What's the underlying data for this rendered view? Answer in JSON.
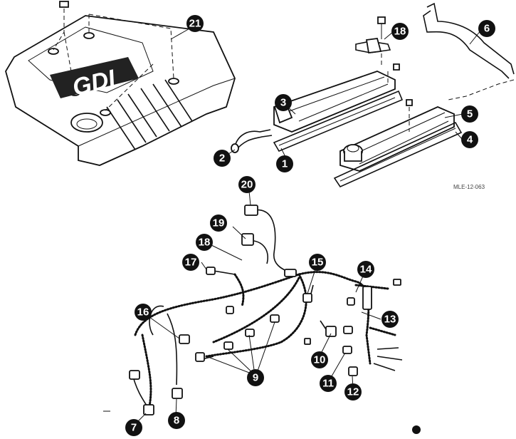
{
  "figure_code": "MLE-12-063",
  "cover_logo_text": "GDI",
  "callouts": [
    {
      "id": "c1",
      "label": "1"
    },
    {
      "id": "c2",
      "label": "2"
    },
    {
      "id": "c3",
      "label": "3"
    },
    {
      "id": "c4",
      "label": "4"
    },
    {
      "id": "c5",
      "label": "5"
    },
    {
      "id": "c6",
      "label": "6"
    },
    {
      "id": "c7",
      "label": "7"
    },
    {
      "id": "c8",
      "label": "8"
    },
    {
      "id": "c9",
      "label": "9"
    },
    {
      "id": "c10",
      "label": "10"
    },
    {
      "id": "c11",
      "label": "11"
    },
    {
      "id": "c12",
      "label": "12"
    },
    {
      "id": "c13",
      "label": "13"
    },
    {
      "id": "c14",
      "label": "14"
    },
    {
      "id": "c15",
      "label": "15"
    },
    {
      "id": "c16",
      "label": "16"
    },
    {
      "id": "c17",
      "label": "17"
    },
    {
      "id": "c18a",
      "label": "18"
    },
    {
      "id": "c18b",
      "label": "18"
    },
    {
      "id": "c19",
      "label": "19"
    },
    {
      "id": "c20",
      "label": "20"
    },
    {
      "id": "c21",
      "label": "21"
    }
  ]
}
